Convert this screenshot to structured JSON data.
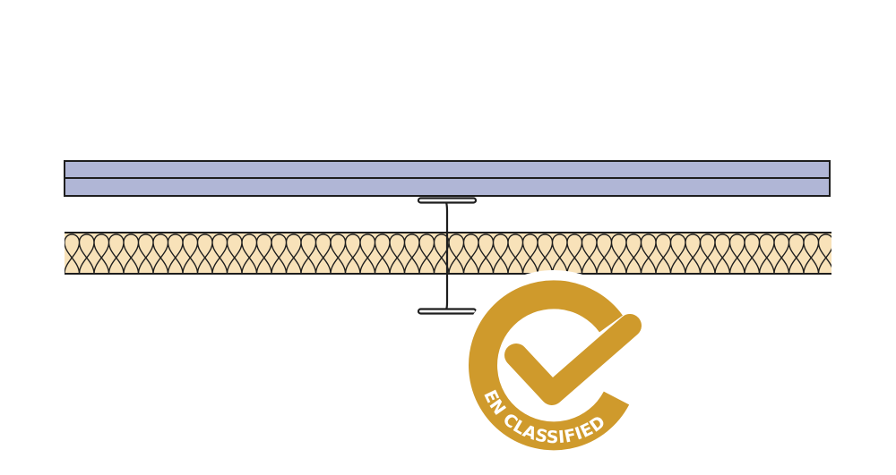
{
  "diagram": {
    "layers": [
      "plasterboard-layer-1",
      "plasterboard-layer-2",
      "steel-stud",
      "insulation-layer"
    ],
    "colors": {
      "board": "#b0b6d6",
      "insulation": "#f8e2b9",
      "line": "#1e1e1e",
      "badge": "#cf9a2c"
    }
  },
  "badge": {
    "label": "EN CLASSIFIED"
  }
}
